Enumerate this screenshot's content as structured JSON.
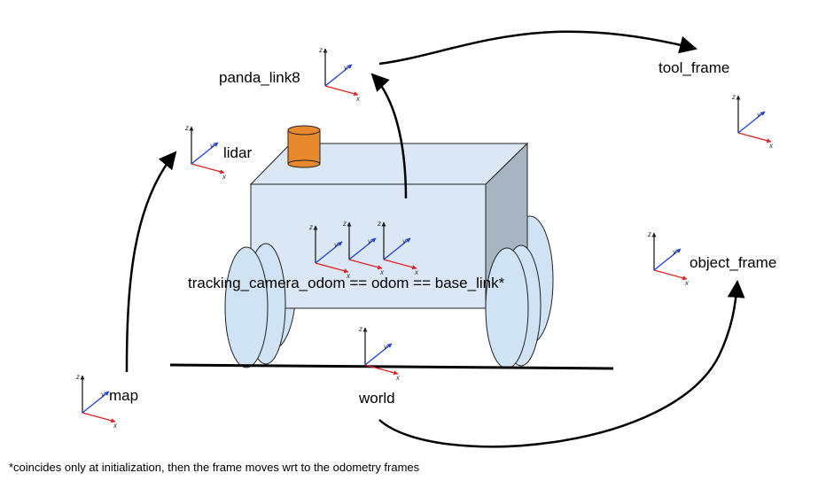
{
  "labels": {
    "panda_link8": "panda_link8",
    "tool_frame": "tool_frame",
    "lidar": "lidar",
    "object_frame": "object_frame",
    "tracking": "tracking_camera_odom == odom == base_link*",
    "map": "map",
    "world": "world"
  },
  "footnote": "*coincides only at initialization, then the frame moves wrt to the odometry frames",
  "axis_labels": {
    "x": "x",
    "y": "y",
    "z": "z"
  },
  "colors": {
    "x_axis": "#e02020",
    "y_axis": "#2040e0",
    "z_axis": "#202020",
    "body_fill": "#dbe7f5",
    "body_side": "#a7b4c2",
    "wheel_fill": "#d0e3f4",
    "lidar_fill": "#e8892e"
  }
}
